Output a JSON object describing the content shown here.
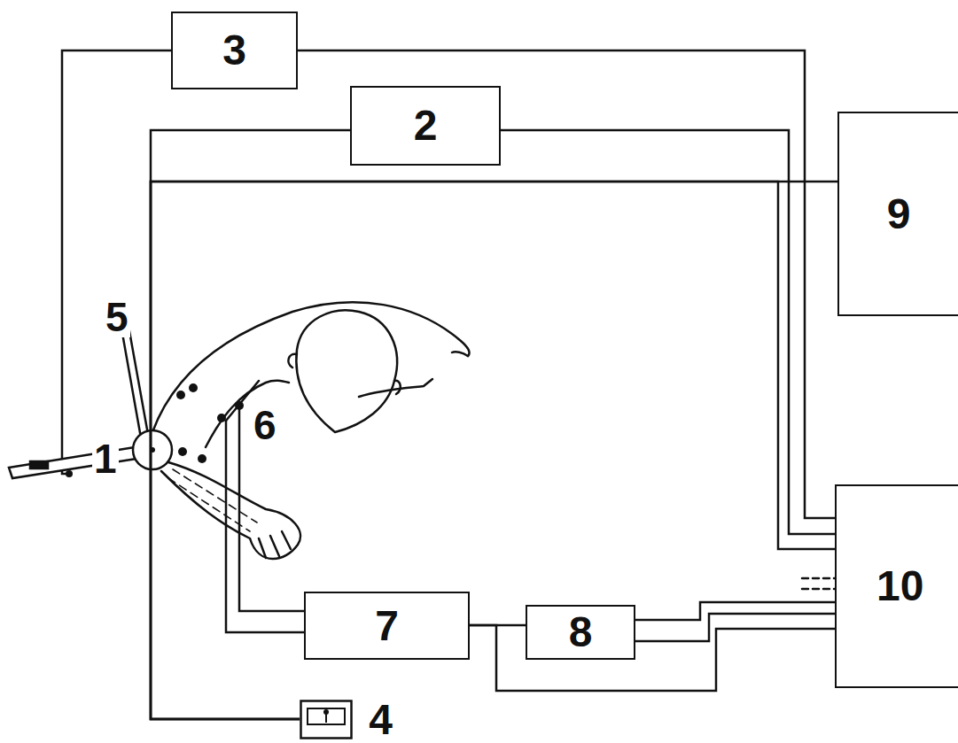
{
  "diagram": {
    "nodes": [
      {
        "text": [
          "3"
        ]
      },
      {
        "text": [
          "2"
        ]
      },
      {
        "text": [
          "9"
        ]
      },
      {
        "text": [
          "4"
        ]
      },
      {
        "text": [
          "7"
        ]
      },
      {
        "text": [
          "8"
        ]
      },
      {
        "text": [
          "10"
        ]
      }
    ],
    "edges": [
      {
        "from": 0,
        "to": 6,
        "arrow": "none"
      },
      {
        "from": 1,
        "to": 6,
        "arrow": "none"
      },
      {
        "from": 3,
        "to": 1,
        "arrow": "none"
      },
      {
        "from": 3,
        "to": 2,
        "arrow": "none"
      },
      {
        "from": 3,
        "to": 6,
        "arrow": "none"
      },
      {
        "from": 4,
        "to": 5,
        "arrow": "none"
      },
      {
        "from": 5,
        "to": 6,
        "arrow": "none"
      },
      {
        "from": 4,
        "to": 6,
        "arrow": "none"
      }
    ],
    "labels": [
      "5",
      "1",
      "6"
    ]
  }
}
